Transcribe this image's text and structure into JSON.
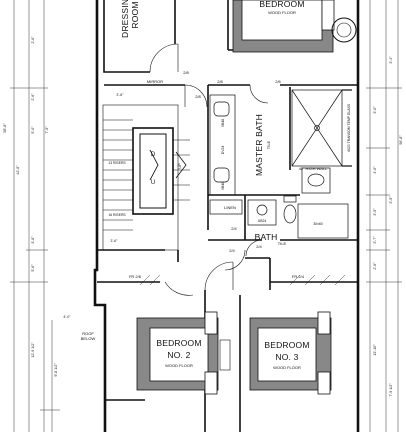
{
  "rooms": {
    "dressing": {
      "line1": "DRESSING",
      "line2": "ROOM"
    },
    "bedroom_top": {
      "line1": "BEDROOM",
      "floor": "WOOD FLOOR"
    },
    "master_bath": {
      "name": "MASTER BATH",
      "floor": "TILE"
    },
    "bath": {
      "name": "BATH",
      "floor": "TILE"
    },
    "bedroom2": {
      "line1": "BEDROOM",
      "line2": "NO. 2",
      "floor": "WOOD FLOOR"
    },
    "bedroom3": {
      "line1": "BEDROOM",
      "line2": "NO. 3",
      "floor": "WOOD FLOOR"
    },
    "roof": {
      "line1": "ROOF",
      "line2": "BELOW"
    },
    "linen": "LINEN"
  },
  "fixtures": {
    "mirror": "MIRROR",
    "high_wall": "42\" HIGH WALL",
    "vanity_a": "VB48",
    "vanity_b": "VB48",
    "vanity_mid": "DV24",
    "vanity_bath": "30x60",
    "ub_label": "UB24",
    "tile_label": "4X20 TRANSOM TEMP GLASS"
  },
  "door_labels": [
    "2/8",
    "2/8",
    "2/8",
    "2/6",
    "2/4",
    "2/4",
    "2/4",
    "FR 2/6",
    "FR 2/4"
  ],
  "stairs": {
    "up": "U",
    "dn": "D",
    "up_label": "UP",
    "risers_a": "13 RISERS",
    "risers_b": "16 RISERS"
  },
  "dimensions_left": [
    "2'-6\"",
    "5'-0\"",
    "3'-6\"",
    "7'-5\"",
    "2'-6\"",
    "3'-8\"",
    "3'-6\"",
    "5'-6\"",
    "12'-9 1/2\"",
    "9'-8 1/2\"",
    "4'-0\""
  ],
  "dimensions_right": [
    "3'-0\"",
    "4'-0\"",
    "3'-5\"",
    "3'-7\"",
    "2'-6\"",
    "3'-4\"",
    "3'-5\"",
    "13'-10\"",
    "7'-9 1/2\""
  ],
  "dimensions_outer": [
    "42'-8\"",
    "58'-8\"",
    "56'-8\""
  ]
}
